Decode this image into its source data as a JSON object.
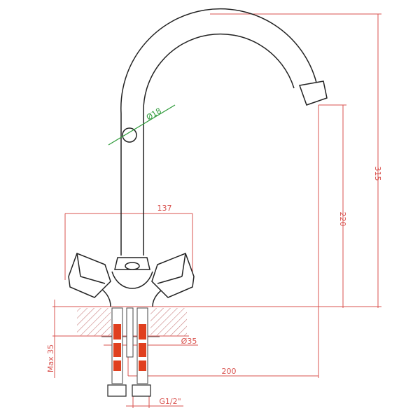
{
  "colors": {
    "outline": "#222222",
    "dimension": "#d9534f",
    "green": "#2e9a3a",
    "hose": "#e0401f",
    "hatch": "#c98080"
  },
  "dimensions": {
    "spout_diameter": "Ø18",
    "total_height": "315",
    "spout_height": "220",
    "handle_span": "137",
    "max_thickness": "Max 35",
    "hole_diameter": "Ø35",
    "reach": "200",
    "thread": "G1/2\""
  }
}
